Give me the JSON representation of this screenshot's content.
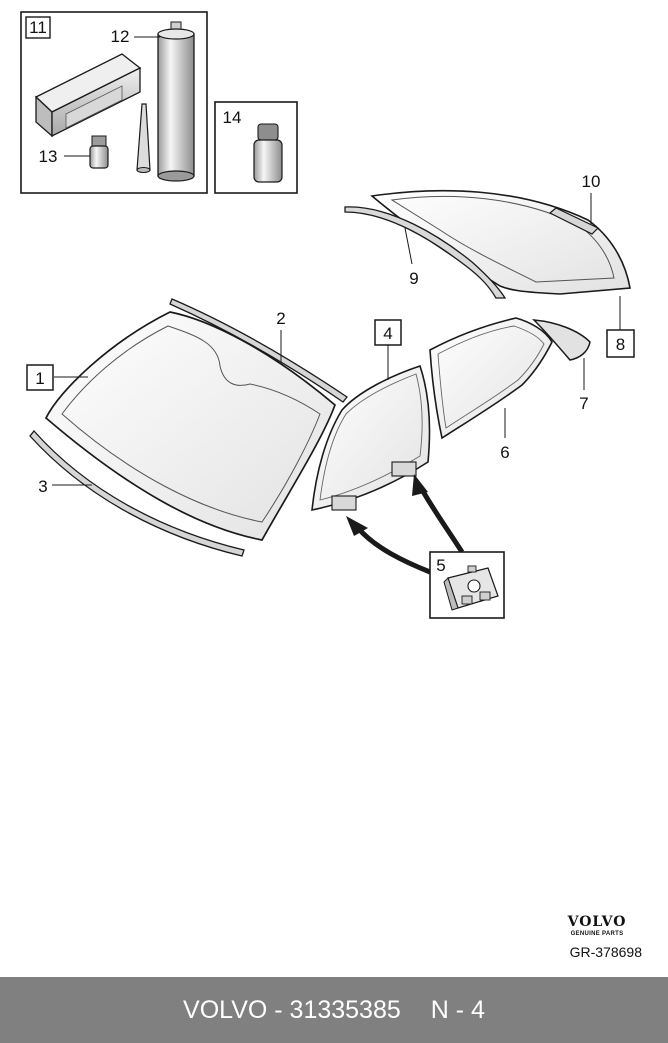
{
  "callouts": {
    "c1": "1",
    "c2": "2",
    "c3": "3",
    "c4": "4",
    "c5": "5",
    "c6": "6",
    "c7": "7",
    "c8": "8",
    "c9": "9",
    "c10": "10",
    "c11": "11",
    "c12": "12",
    "c13": "13",
    "c14": "14"
  },
  "brand": {
    "logo": "VOLVO",
    "subtitle": "GENUINE PARTS"
  },
  "drawing_ref": "GR-378698",
  "footer": {
    "part_label": "VOLVO - 31335385",
    "position_label": "N - 4"
  },
  "colors": {
    "line": "#1a1a1a",
    "glass": "#f4f4f4",
    "shade": "#cccccc",
    "footer_bg": "#808080",
    "footer_text": "#ffffff"
  }
}
